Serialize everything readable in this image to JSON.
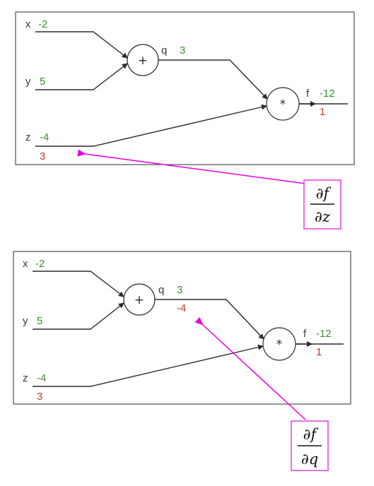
{
  "panels": [
    {
      "inputs": {
        "x": {
          "name": "x",
          "value": "-2"
        },
        "y": {
          "name": "y",
          "value": "5"
        },
        "z": {
          "name": "z",
          "value": "-4",
          "grad": "3"
        }
      },
      "add_node": {
        "op": "+",
        "out_name": "q",
        "out_value": "3",
        "out_grad": ""
      },
      "mul_node": {
        "op": "*",
        "out_name": "f",
        "out_value": "-12",
        "out_grad": "1"
      },
      "derivative": {
        "numerator": "∂f",
        "denominator": "∂z"
      }
    },
    {
      "inputs": {
        "x": {
          "name": "x",
          "value": "-2"
        },
        "y": {
          "name": "y",
          "value": "5"
        },
        "z": {
          "name": "z",
          "value": "-4",
          "grad": "3"
        }
      },
      "add_node": {
        "op": "+",
        "out_name": "q",
        "out_value": "3",
        "out_grad": "-4"
      },
      "mul_node": {
        "op": "*",
        "out_name": "f",
        "out_value": "-12",
        "out_grad": "1"
      },
      "derivative": {
        "numerator": "∂f",
        "denominator": "∂q"
      }
    }
  ],
  "colors": {
    "forward_value": "#3c8f2c",
    "gradient_value": "#c0392b",
    "annotation": "#e600e6"
  }
}
